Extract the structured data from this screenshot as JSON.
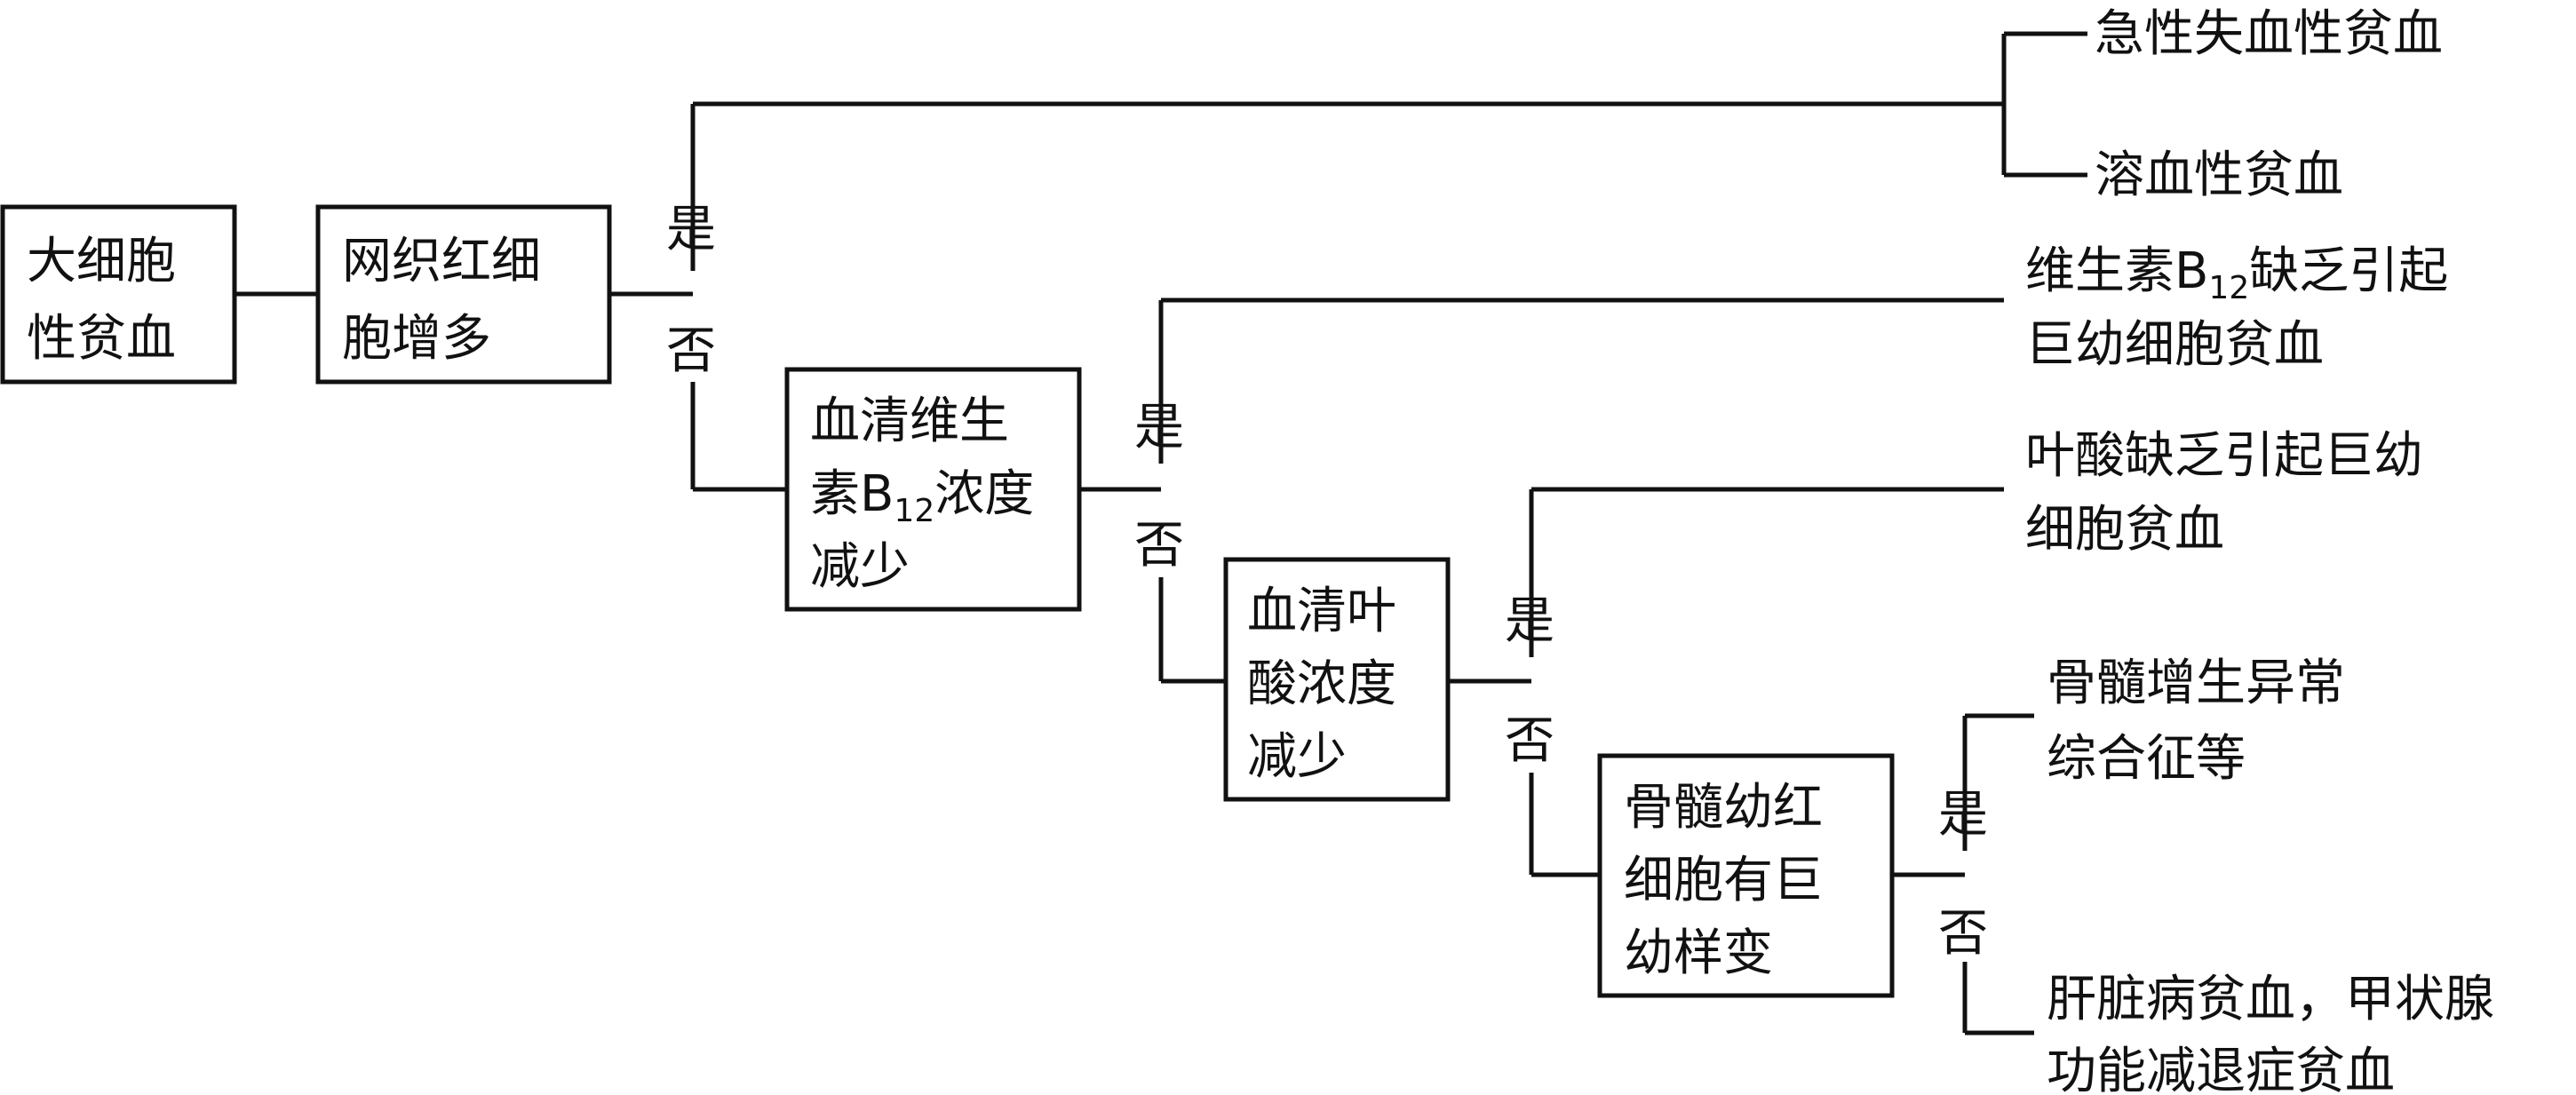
{
  "nodes": {
    "macrocytic": {
      "lines": [
        "大细胞",
        "性贫血"
      ]
    },
    "reticulocytes": {
      "lines": [
        "网织红细",
        "胞增多"
      ]
    },
    "b12": {
      "line1": "血清维生",
      "line2_pre": "素B",
      "line2_sub": "12",
      "line2_post": "浓度",
      "line3": "减少"
    },
    "folate": {
      "lines": [
        "血清叶",
        "酸浓度",
        "减少"
      ]
    },
    "marrow": {
      "lines": [
        "骨髓幼红",
        "细胞有巨",
        "幼样变"
      ]
    }
  },
  "labels": {
    "yes": "是",
    "no": "否"
  },
  "outcomes": {
    "acute": "急性失血性贫血",
    "hemolytic": "溶血性贫血",
    "b12_def": {
      "line1_pre": "维生素B",
      "line1_sub": "12",
      "line1_post": "缺乏引起",
      "line2": "巨幼细胞贫血"
    },
    "folate_def": {
      "lines": [
        "叶酸缺乏引起巨幼",
        "细胞贫血"
      ]
    },
    "mds": {
      "lines": [
        "骨髓增生异常",
        "综合征等"
      ]
    },
    "liver": {
      "lines": [
        "肝脏病贫血，甲状腺",
        "功能减退症贫血"
      ]
    }
  }
}
